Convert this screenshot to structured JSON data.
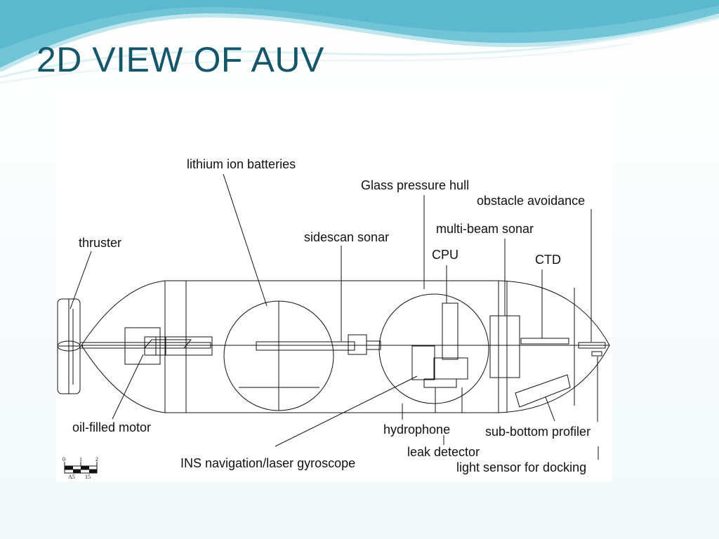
{
  "slide": {
    "title": "2D VIEW OF AUV"
  },
  "colors": {
    "title": "#15566a",
    "wave_primary": "#6fc4d6",
    "wave_light": "#bfe6ee",
    "line": "#111111"
  },
  "diagram": {
    "labels": {
      "thruster": "thruster",
      "lithium_ion_batteries": "lithium ion batteries",
      "glass_pressure_hull": "Glass pressure hull",
      "obstacle_avoidance": "obstacle avoidance",
      "sidescan_sonar": "sidescan sonar",
      "multi_beam_sonar": "multi-beam sonar",
      "cpu": "CPU",
      "ctd": "CTD",
      "oil_filled_motor": "oil-filled motor",
      "hydrophone": "hydrophone",
      "sub_bottom_profiler": "sub-bottom profiler",
      "leak_detector": "leak detector",
      "ins_navigation": "INS navigation/laser gyroscope",
      "light_sensor": "light sensor for docking"
    },
    "scale_bar": {
      "tick_0": "0",
      "tick_1": "1",
      "tick_2": "2",
      "sub_1": "A5",
      "sub_2": "15"
    }
  }
}
